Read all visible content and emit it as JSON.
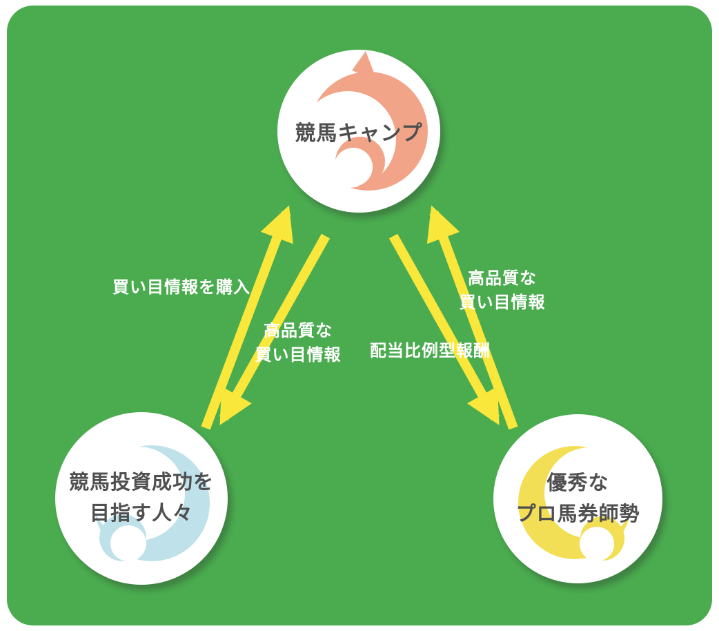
{
  "colors": {
    "panel": "#4aab4f",
    "arrow": "#f9e73c",
    "node-text": "#4f4f4f",
    "edge-text": "#ffffff",
    "horse-icon": "#f2a488",
    "left-icon": "#bfe1ea",
    "right-icon": "#f2df55"
  },
  "nodes": {
    "top": {
      "label": "競馬キャンプ"
    },
    "left": {
      "line1": "競馬投資成功を",
      "line2": "目指す人々"
    },
    "right": {
      "line1": "優秀な",
      "line2": "プロ馬券師勢"
    }
  },
  "edges": {
    "left_up": {
      "label": "買い目情報を購入"
    },
    "left_down": {
      "line1": "高品質な",
      "line2": "買い目情報"
    },
    "right_up": {
      "line1": "高品質な",
      "line2": "買い目情報"
    },
    "right_down": {
      "label": "配当比例型報酬"
    }
  }
}
